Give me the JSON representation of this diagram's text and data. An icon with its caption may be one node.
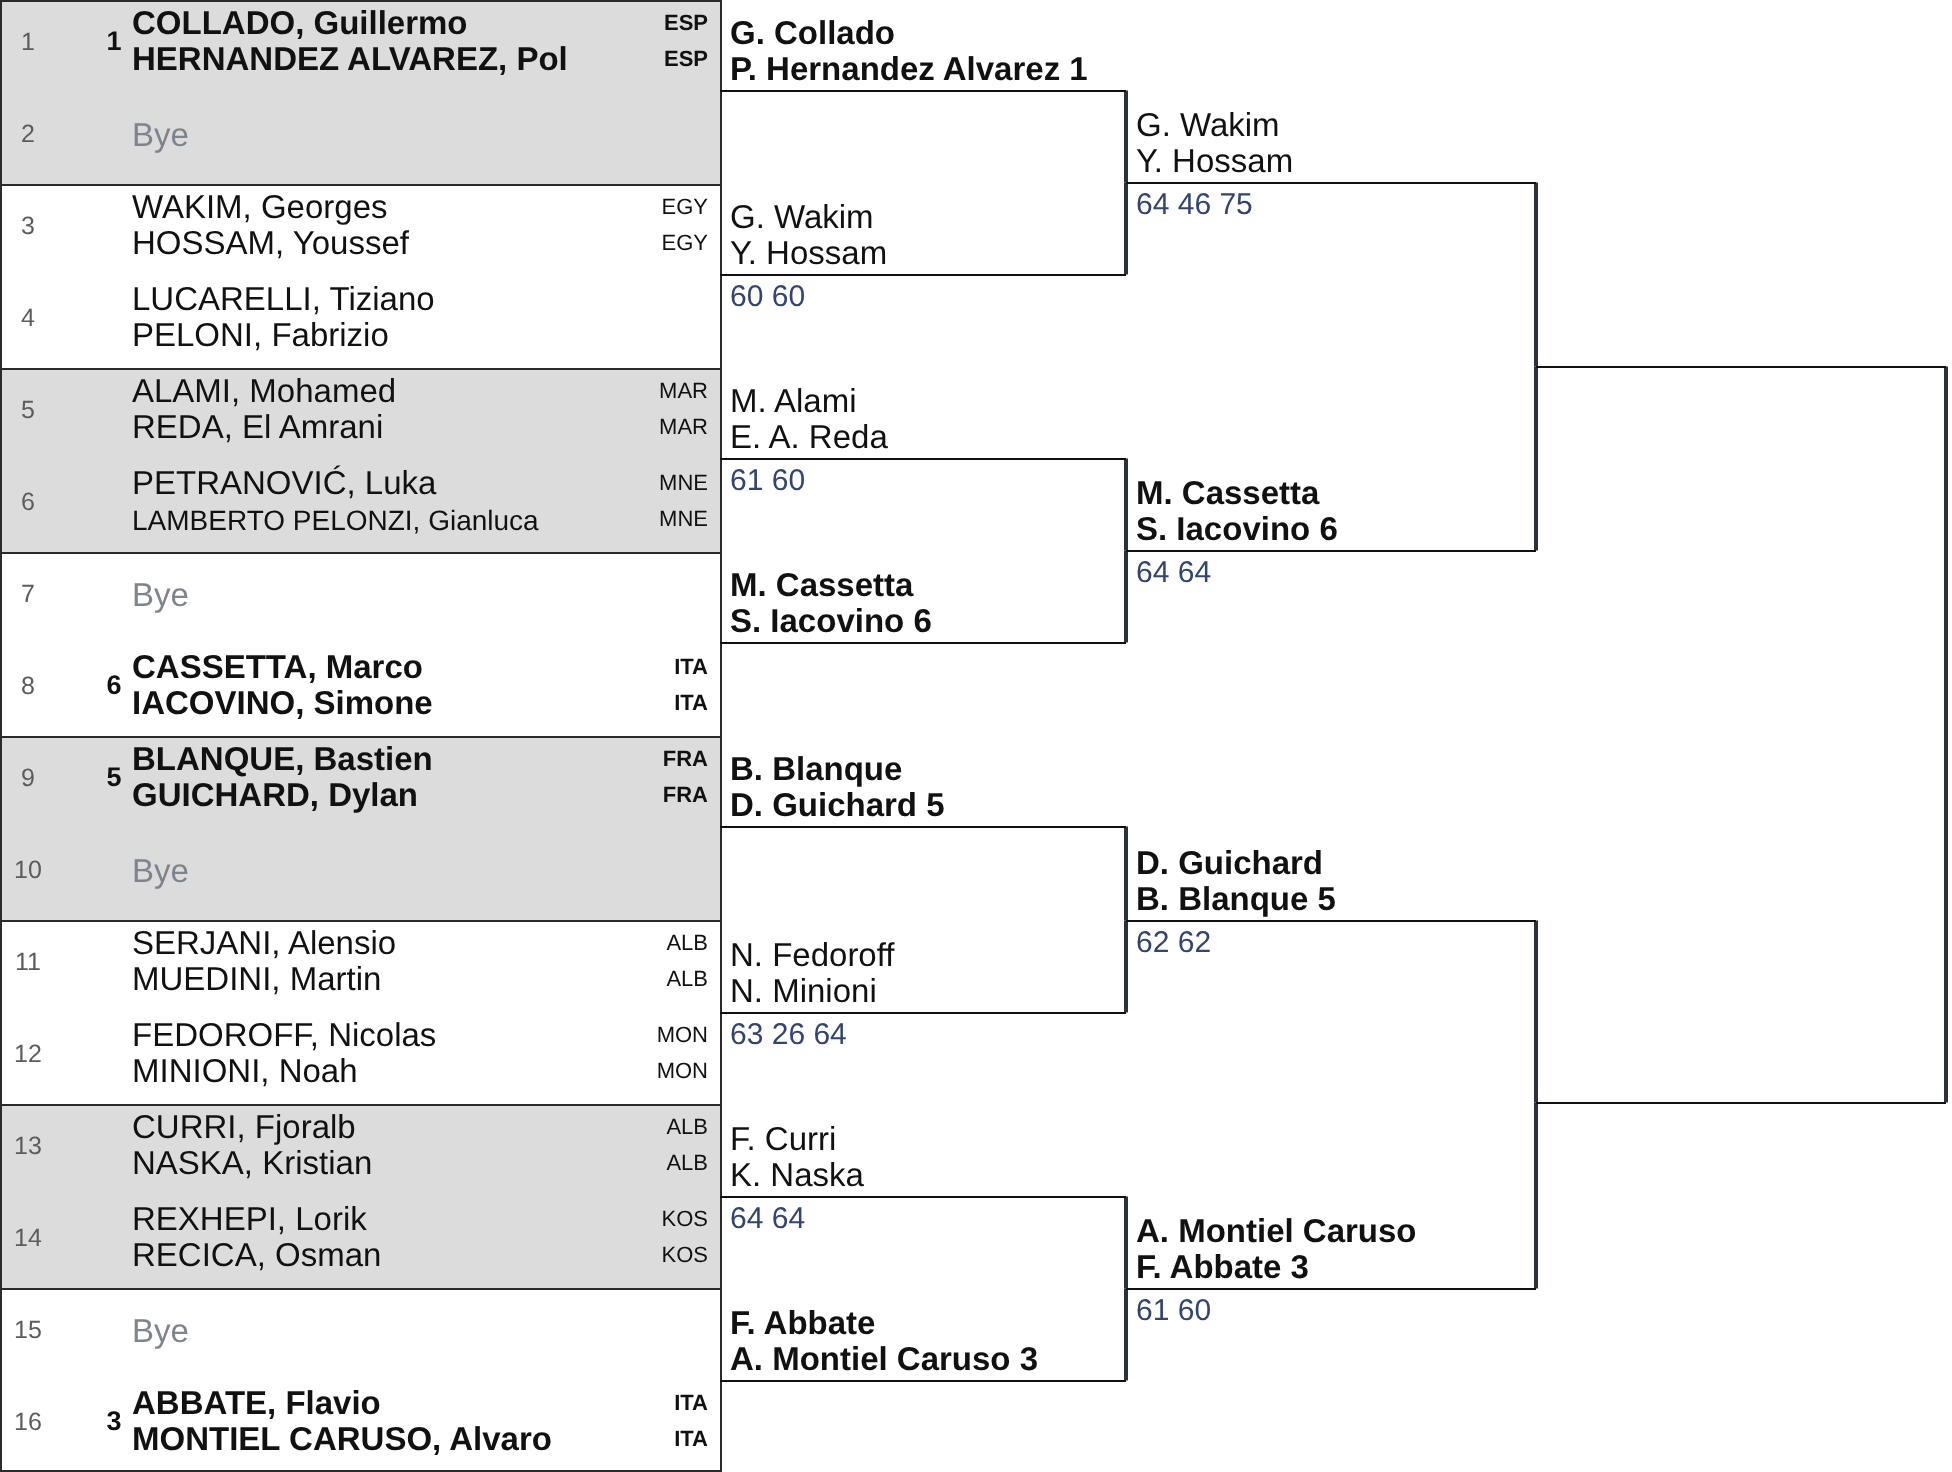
{
  "diagram": {
    "nodes": [
      {
        "text": [
          "G. Collado",
          "P. Hernandez Alvarez 1"
        ]
      },
      {
        "text": [
          "G. Wakim",
          "Y. Hossam"
        ],
        "beside": [
          "60 60"
        ]
      },
      {
        "text": [
          "M. Alami",
          "E. A. Reda"
        ],
        "beside": [
          "61 60"
        ]
      },
      {
        "text": [
          "M. Cassetta",
          "S. Iacovino 6"
        ]
      },
      {
        "text": [
          "B. Blanque",
          "D. Guichard 5"
        ]
      },
      {
        "text": [
          "N. Fedoroff",
          "N. Minioni"
        ],
        "beside": [
          "63 26 64"
        ]
      },
      {
        "text": [
          "F. Curri",
          "K. Naska"
        ],
        "beside": [
          "64 64"
        ]
      },
      {
        "text": [
          "F. Abbate",
          "A. Montiel Caruso 3"
        ]
      },
      {
        "text": [
          "G. Wakim",
          "Y. Hossam"
        ],
        "beside": [
          "64 46 75"
        ]
      },
      {
        "text": [
          "M. Cassetta",
          "S. Iacovino 6"
        ],
        "beside": [
          "64 64"
        ]
      },
      {
        "text": [
          "D. Guichard",
          "B. Blanque 5"
        ],
        "beside": [
          "62 62"
        ]
      },
      {
        "text": [
          "A. Montiel Caruso",
          "F. Abbate 3"
        ],
        "beside": [
          "61 60"
        ]
      },
      {
        "text": [],
        "shape": "bar"
      },
      {
        "text": [],
        "shape": "bar"
      }
    ],
    "edges": [
      {
        "from": 0,
        "to": 8,
        "arrow": "none"
      },
      {
        "from": 1,
        "to": 8,
        "arrow": "none"
      },
      {
        "from": 2,
        "to": 9,
        "arrow": "none"
      },
      {
        "from": 3,
        "to": 9,
        "arrow": "none"
      },
      {
        "from": 4,
        "to": 10,
        "arrow": "none"
      },
      {
        "from": 5,
        "to": 10,
        "arrow": "none"
      },
      {
        "from": 6,
        "to": 11,
        "arrow": "none"
      },
      {
        "from": 7,
        "to": 11,
        "arrow": "none"
      },
      {
        "from": 8,
        "to": 12,
        "arrow": "none"
      },
      {
        "from": 9,
        "to": 12,
        "arrow": "none"
      },
      {
        "from": 10,
        "to": 13,
        "arrow": "none"
      },
      {
        "from": 11,
        "to": 13,
        "arrow": "none"
      },
      {
        "from": 12,
        "to": null,
        "arrow": "none"
      },
      {
        "from": 13,
        "to": null,
        "arrow": "none"
      }
    ],
    "labels": [
      "1",
      "1",
      "COLLADO, Guillermo",
      "ESP",
      "HERNANDEZ ALVAREZ, Pol",
      "ESP",
      "2",
      "Bye",
      "3",
      "WAKIM, Georges",
      "EGY",
      "HOSSAM, Youssef",
      "EGY",
      "4",
      "LUCARELLI, Tiziano",
      "PELONI, Fabrizio",
      "5",
      "ALAMI, Mohamed",
      "MAR",
      "REDA, El Amrani",
      "MAR",
      "6",
      "PETRANOVIĆ, Luka",
      "MNE",
      "LAMBERTO PELONZI, Gianluca",
      "MNE",
      "7",
      "Bye",
      "8",
      "6",
      "CASSETTA, Marco",
      "ITA",
      "IACOVINO, Simone",
      "ITA",
      "9",
      "5",
      "BLANQUE, Bastien",
      "FRA",
      "GUICHARD, Dylan",
      "FRA",
      "10",
      "Bye",
      "11",
      "SERJANI, Alensio",
      "ALB",
      "MUEDINI, Martin",
      "ALB",
      "12",
      "FEDOROFF, Nicolas",
      "MON",
      "MINIONI, Noah",
      "MON",
      "13",
      "CURRI, Fjoralb",
      "ALB",
      "NASKA, Kristian",
      "ALB",
      "14",
      "REXHEPI, Lorik",
      "KOS",
      "RECICA, Osman",
      "KOS",
      "15",
      "Bye",
      "16",
      "3",
      "ABBATE, Flavio",
      "ITA",
      "MONTIEL CARUSO, Alvaro",
      "ITA"
    ]
  }
}
